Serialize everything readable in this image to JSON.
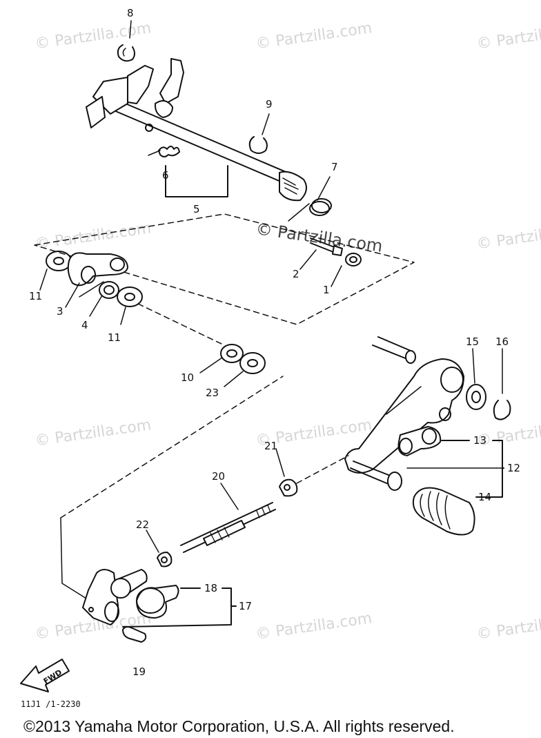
{
  "watermark": "© Partzilla.com",
  "callouts": {
    "n1": "1",
    "n2": "2",
    "n4": "4",
    "n5": "5",
    "n6": "6",
    "n7": "7",
    "n8": "8",
    "n9": "9",
    "n10": "10",
    "n11a": "11",
    "n11b": "11",
    "n3": "3",
    "n12": "12",
    "n13": "13",
    "n14": "14",
    "n15": "15",
    "n16": "16",
    "n17": "17",
    "n18": "18",
    "n19": "19",
    "n20": "20",
    "n21": "21",
    "n22": "22",
    "n23": "23"
  },
  "fwd_label": "FWD",
  "drawing_code": "11J1 /1-2230",
  "copyright": "©2013 Yamaha Motor Corporation, U.S.A. All rights reserved.",
  "colors": {
    "ink": "#111111",
    "watermark": "#d6d6d6"
  }
}
